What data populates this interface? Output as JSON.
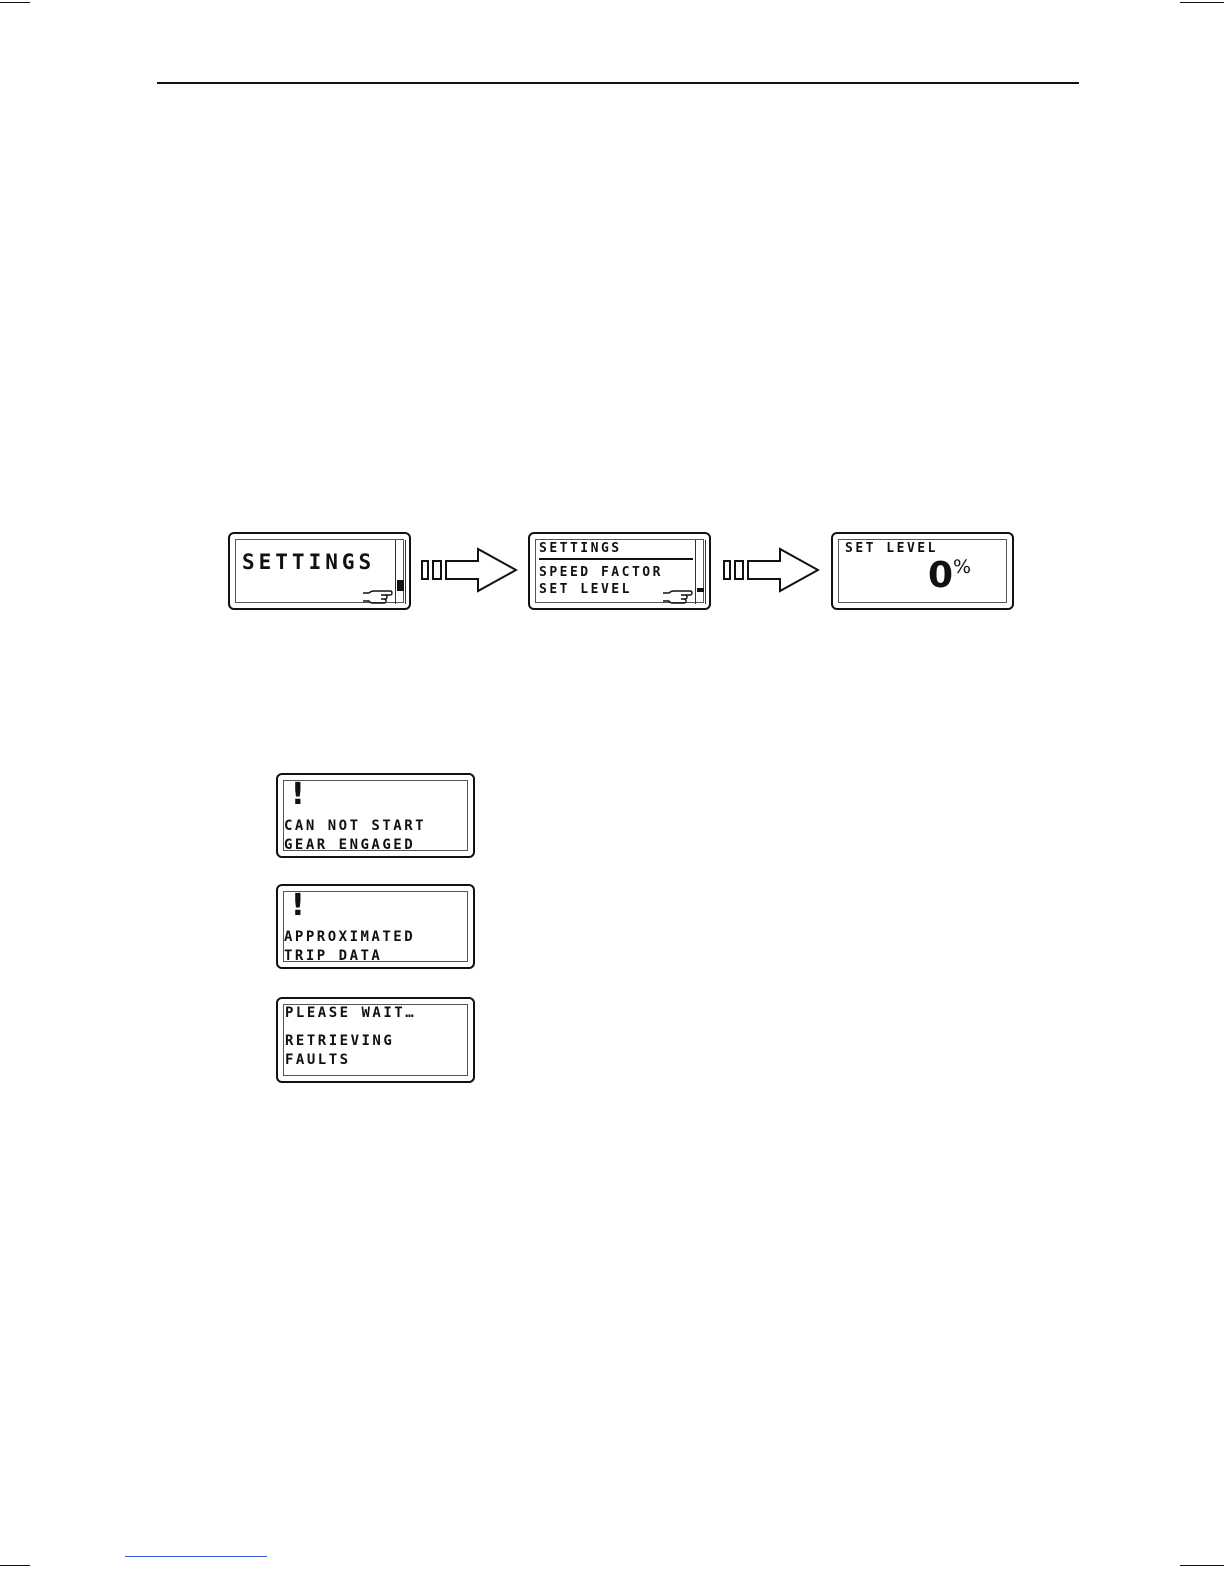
{
  "flow": {
    "screen1": {
      "title": "SETTINGS"
    },
    "screen2": {
      "header": "SETTINGS",
      "line1": "SPEED FACTOR",
      "line2": "SET LEVEL"
    },
    "screen3": {
      "label": "SET LEVEL",
      "value": "0",
      "unit": "%"
    }
  },
  "messages": [
    {
      "line1": "CAN NOT START",
      "line2": "GEAR ENGAGED"
    },
    {
      "line1": "APPROXIMATED",
      "line2": "TRIP DATA"
    },
    {
      "header": "PLEASE WAIT…",
      "line1": "RETRIEVING",
      "line2": "FAULTS"
    }
  ],
  "icons": {
    "pointer": "pointing-hand-icon",
    "next": "right-arrow-icon",
    "warning": "exclamation-icon"
  }
}
